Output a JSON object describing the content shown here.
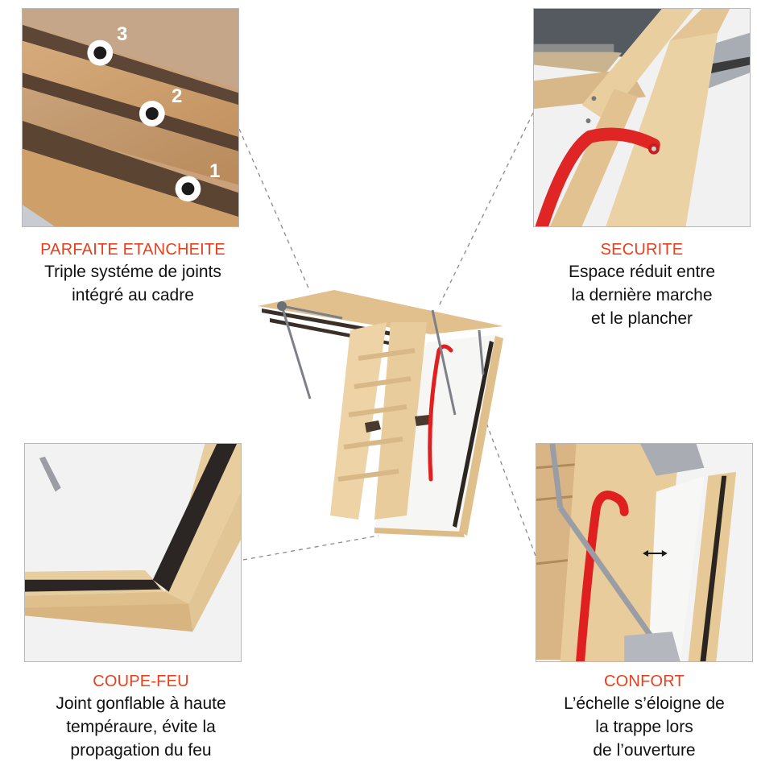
{
  "colors": {
    "accent_heading": "#e8401c",
    "body_text": "#111111",
    "panel_border": "#b8b8b8",
    "wood": "#e3c393",
    "seal": "#3a3028",
    "handrail": "#e02020"
  },
  "features": [
    {
      "id": "etancheite",
      "title": "PARFAITE ETANCHEITE",
      "lines": [
        "Triple systéme de joints",
        "intégré au cadre"
      ],
      "markers": [
        "3",
        "2",
        "1"
      ]
    },
    {
      "id": "securite",
      "title": "SECURITE",
      "lines": [
        "Espace réduit entre",
        "la dernière marche",
        "et le plancher"
      ]
    },
    {
      "id": "coupe-feu",
      "title": "COUPE-FEU",
      "lines": [
        "Joint gonflable à haute",
        "tempéraure, évite la",
        "propagation du feu"
      ]
    },
    {
      "id": "confort",
      "title": "CONFORT",
      "lines": [
        "L’échelle s’éloigne de",
        "la trappe lors",
        "de l’ouverture"
      ]
    }
  ]
}
